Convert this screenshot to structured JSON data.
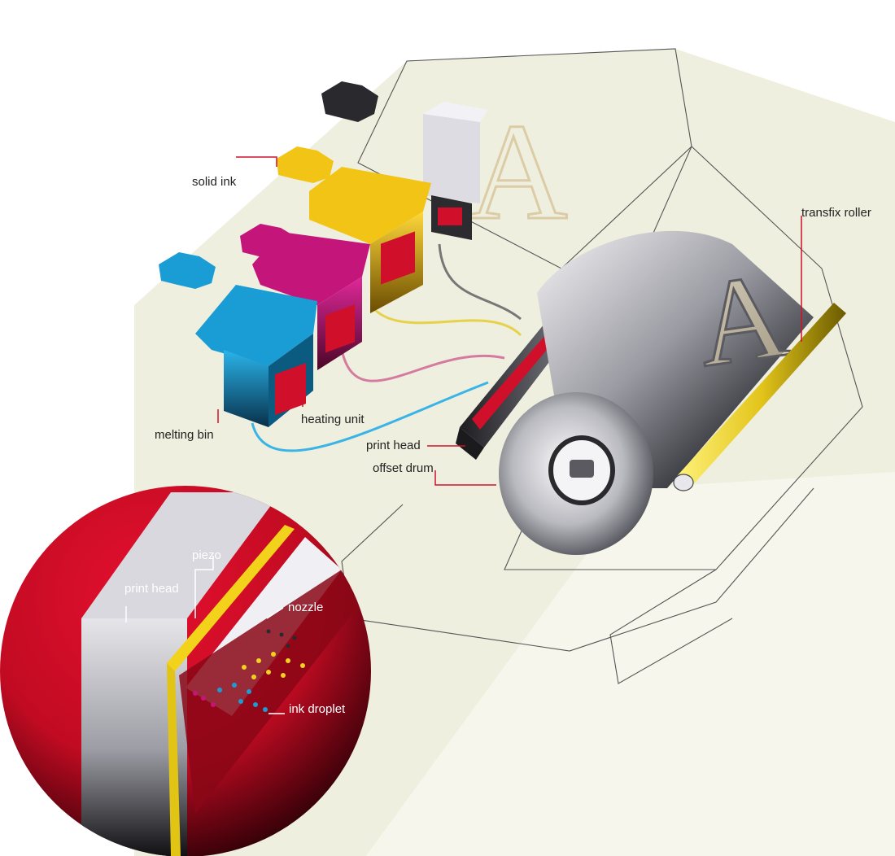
{
  "labels": {
    "solid_ink": "solid ink",
    "transfix_roller": "transfix roller",
    "melting_bin": "melting bin",
    "heating_unit": "heating unit",
    "print_head": "print head",
    "offset_drum": "offset drum",
    "inset_piezo": "piezo",
    "inset_print_head": "print head",
    "inset_nozzle": "nozzle",
    "inset_ink_droplet": "ink droplet"
  },
  "glyph": "A",
  "colors": {
    "cyan": "#1a9cd4",
    "magenta": "#c4157a",
    "yellow": "#f2c416",
    "black": "#2a2a2e",
    "red": "#d0102a",
    "cream": "#efefdf",
    "leader": "#d0102a"
  }
}
